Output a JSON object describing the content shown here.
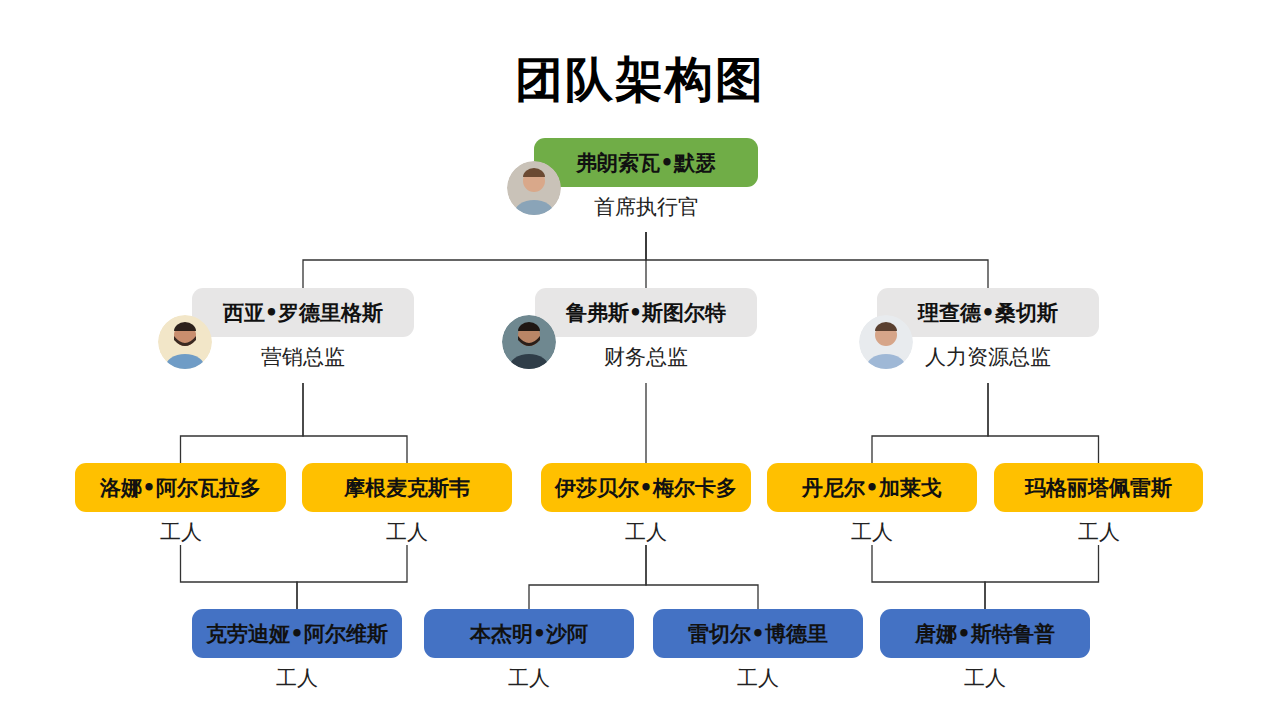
{
  "diagram": {
    "title": "团队架构图",
    "nodes": [
      {
        "text": [
          "弗朗索瓦•默瑟",
          "首席执行官"
        ]
      },
      {
        "text": [
          "西亚•罗德里格斯",
          "营销总监"
        ]
      },
      {
        "text": [
          "鲁弗斯•斯图尔特",
          "财务总监"
        ]
      },
      {
        "text": [
          "理查德•桑切斯",
          "人力资源总监"
        ]
      },
      {
        "text": [
          "洛娜•阿尔瓦拉多",
          "工人"
        ]
      },
      {
        "text": [
          "摩根麦克斯韦",
          "工人"
        ]
      },
      {
        "text": [
          "伊莎贝尔•梅尔卡多",
          "工人"
        ]
      },
      {
        "text": [
          "丹尼尔•加莱戈",
          "工人"
        ]
      },
      {
        "text": [
          "玛格丽塔佩雷斯",
          "工人"
        ]
      },
      {
        "text": [
          "克劳迪娅•阿尔维斯",
          "工人"
        ]
      },
      {
        "text": [
          "本杰明•沙阿",
          "工人"
        ]
      },
      {
        "text": [
          "雷切尔•博德里",
          "工人"
        ]
      },
      {
        "text": [
          "唐娜•斯特鲁普",
          "工人"
        ]
      }
    ],
    "edges": [
      {
        "from": 0,
        "to": 1,
        "arrow": "none"
      },
      {
        "from": 0,
        "to": 2,
        "arrow": "none"
      },
      {
        "from": 0,
        "to": 3,
        "arrow": "none"
      },
      {
        "from": 1,
        "to": 4,
        "arrow": "none"
      },
      {
        "from": 1,
        "to": 5,
        "arrow": "none"
      },
      {
        "from": 2,
        "to": 6,
        "arrow": "none"
      },
      {
        "from": 3,
        "to": 7,
        "arrow": "none"
      },
      {
        "from": 3,
        "to": 8,
        "arrow": "none"
      },
      {
        "from": 4,
        "to": 9,
        "arrow": "none"
      },
      {
        "from": 5,
        "to": 9,
        "arrow": "none"
      },
      {
        "from": 6,
        "to": 10,
        "arrow": "none"
      },
      {
        "from": 6,
        "to": 11,
        "arrow": "none"
      },
      {
        "from": 7,
        "to": 12,
        "arrow": "none"
      },
      {
        "from": 8,
        "to": 12,
        "arrow": "none"
      }
    ]
  }
}
